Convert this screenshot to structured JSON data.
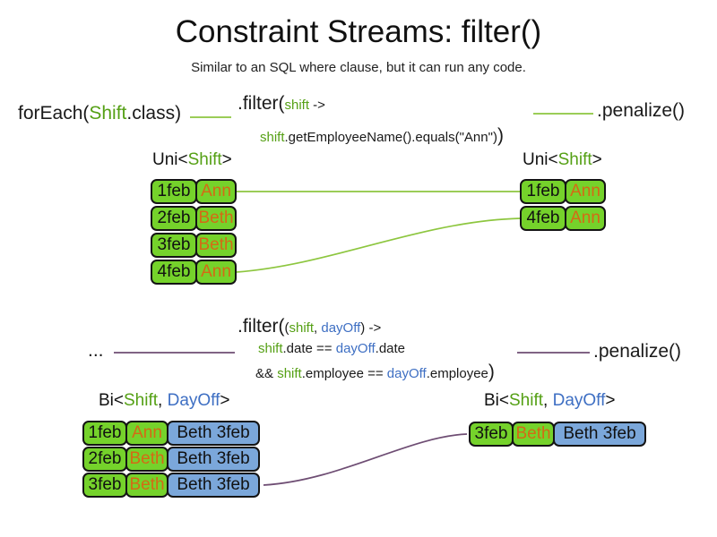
{
  "slide": {
    "title": "Constraint Streams: filter()",
    "subtitle": "Similar to an SQL where clause, but it can run any code."
  },
  "colors": {
    "green_text": "#55a015",
    "blue_text": "#3e6fc3",
    "orange_text": "#d46a15",
    "cell_green": "#75d22b",
    "cell_blue": "#7ba7da",
    "line_green": "#8dc63f",
    "line_purple": "#6e4d73"
  },
  "section1": {
    "foreach_pre": "forEach(",
    "foreach_type": "Shift",
    "foreach_post": ".class)",
    "filter_fn": ".filter(",
    "filter_param": "shift",
    "filter_arrow": " ->",
    "body_var": "shift",
    "body_rest": ".getEmployeeName().equals(\"Ann\")",
    "body_close": ")",
    "penalize": ".penalize()",
    "uni_left": {
      "header_pre": "Uni<",
      "header_type": "Shift",
      "header_post": ">",
      "rows": [
        {
          "date": "1feb",
          "name": "Ann"
        },
        {
          "date": "2feb",
          "name": "Beth"
        },
        {
          "date": "3feb",
          "name": "Beth"
        },
        {
          "date": "4feb",
          "name": "Ann"
        }
      ]
    },
    "uni_right": {
      "header_pre": "Uni<",
      "header_type": "Shift",
      "header_post": ">",
      "rows": [
        {
          "date": "1feb",
          "name": "Ann"
        },
        {
          "date": "4feb",
          "name": "Ann"
        }
      ]
    }
  },
  "section2": {
    "ellipsis": "...",
    "filter_fn": ".filter(",
    "filter_open": "(",
    "param1": "shift",
    "comma": ", ",
    "param2": "dayOff",
    "filter_close": ") ->",
    "cond1_var1": "shift",
    "cond1_mid": ".date == ",
    "cond1_var2": "dayOff",
    "cond1_end": ".date",
    "cond2_pre": "&& ",
    "cond2_var1": "shift",
    "cond2_mid": ".employee == ",
    "cond2_var2": "dayOff",
    "cond2_end": ".employee",
    "cond2_close": ")",
    "penalize": ".penalize()",
    "bi_left": {
      "header_pre": "Bi<",
      "header_t1": "Shift",
      "header_comma": ", ",
      "header_t2": "DayOff",
      "header_post": ">",
      "rows": [
        {
          "date": "1feb",
          "name": "Ann",
          "pair": "Beth 3feb"
        },
        {
          "date": "2feb",
          "name": "Beth",
          "pair": "Beth 3feb"
        },
        {
          "date": "3feb",
          "name": "Beth",
          "pair": "Beth 3feb"
        }
      ]
    },
    "bi_right": {
      "header_pre": "Bi<",
      "header_t1": "Shift",
      "header_comma": ", ",
      "header_t2": "DayOff",
      "header_post": ">",
      "rows": [
        {
          "date": "3feb",
          "name": "Beth",
          "pair": "Beth 3feb"
        }
      ]
    }
  }
}
